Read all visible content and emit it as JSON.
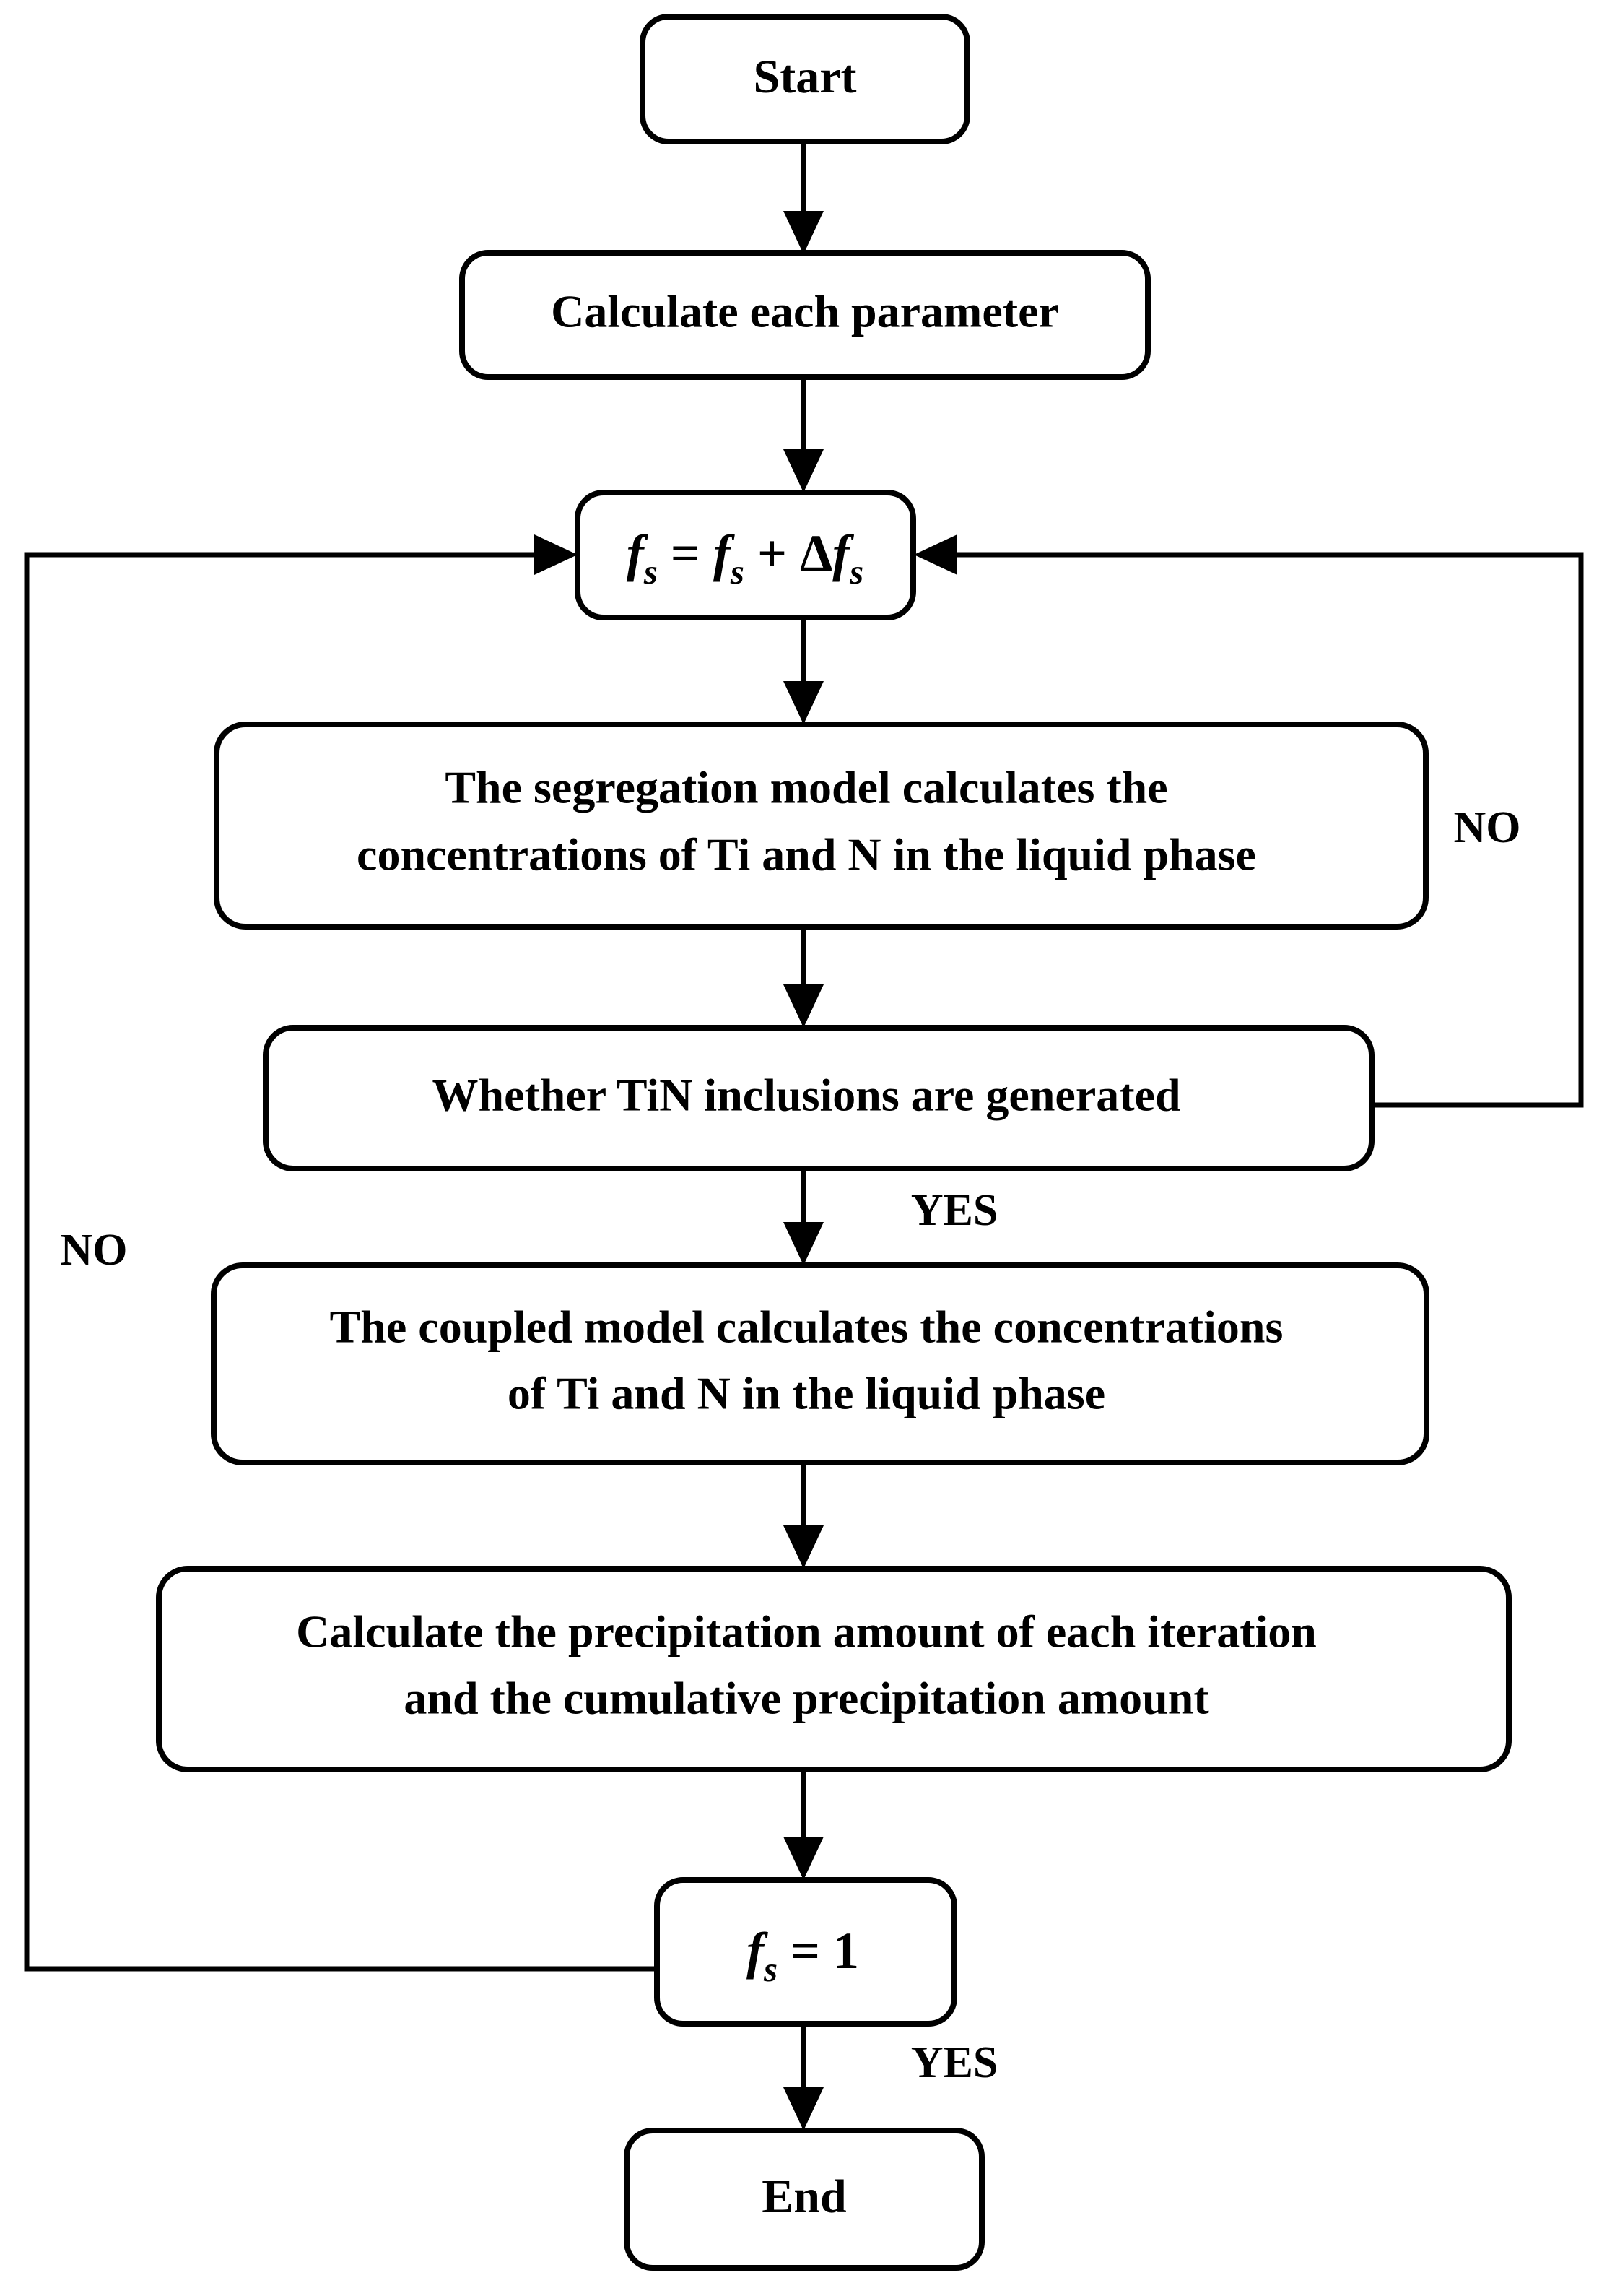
{
  "diagram": {
    "title": "TiN precipitation calculation flowchart",
    "background_color": "#ffffff",
    "line_color": "#000000",
    "box_fill": "#ffffff"
  },
  "nodes": {
    "start": {
      "label": "Start"
    },
    "calc_params": {
      "label": "Calculate each parameter"
    },
    "fs_increment": {
      "formula_parts": {
        "f1": "f",
        "s1": "s",
        "eq": " = ",
        "f2": "f",
        "s2": "s",
        "plus": " + ",
        "delta": "Δ",
        "f3": "f",
        "s3": "s"
      },
      "plain": "fs = fs + Δfs"
    },
    "segregation_model": {
      "line1": "The segregation model calculates the",
      "line2": "concentrations of Ti and N in the liquid phase"
    },
    "tin_decision": {
      "label": "Whether TiN inclusions are generated"
    },
    "coupled_model": {
      "line1": "The coupled model calculates the concentrations",
      "line2": "of Ti and N in the liquid phase"
    },
    "precipitation_calc": {
      "line1": "Calculate the precipitation amount of each iteration",
      "line2": "and the cumulative precipitation amount"
    },
    "fs_equals_one": {
      "formula_parts": {
        "f1": "f",
        "s1": "s",
        "eq": " = ",
        "one": "1"
      },
      "plain": "fs = 1"
    },
    "end": {
      "label": "End"
    }
  },
  "branch_labels": {
    "tin_no": "NO",
    "tin_yes": "YES",
    "fs_no": "NO",
    "fs_yes": "YES"
  }
}
